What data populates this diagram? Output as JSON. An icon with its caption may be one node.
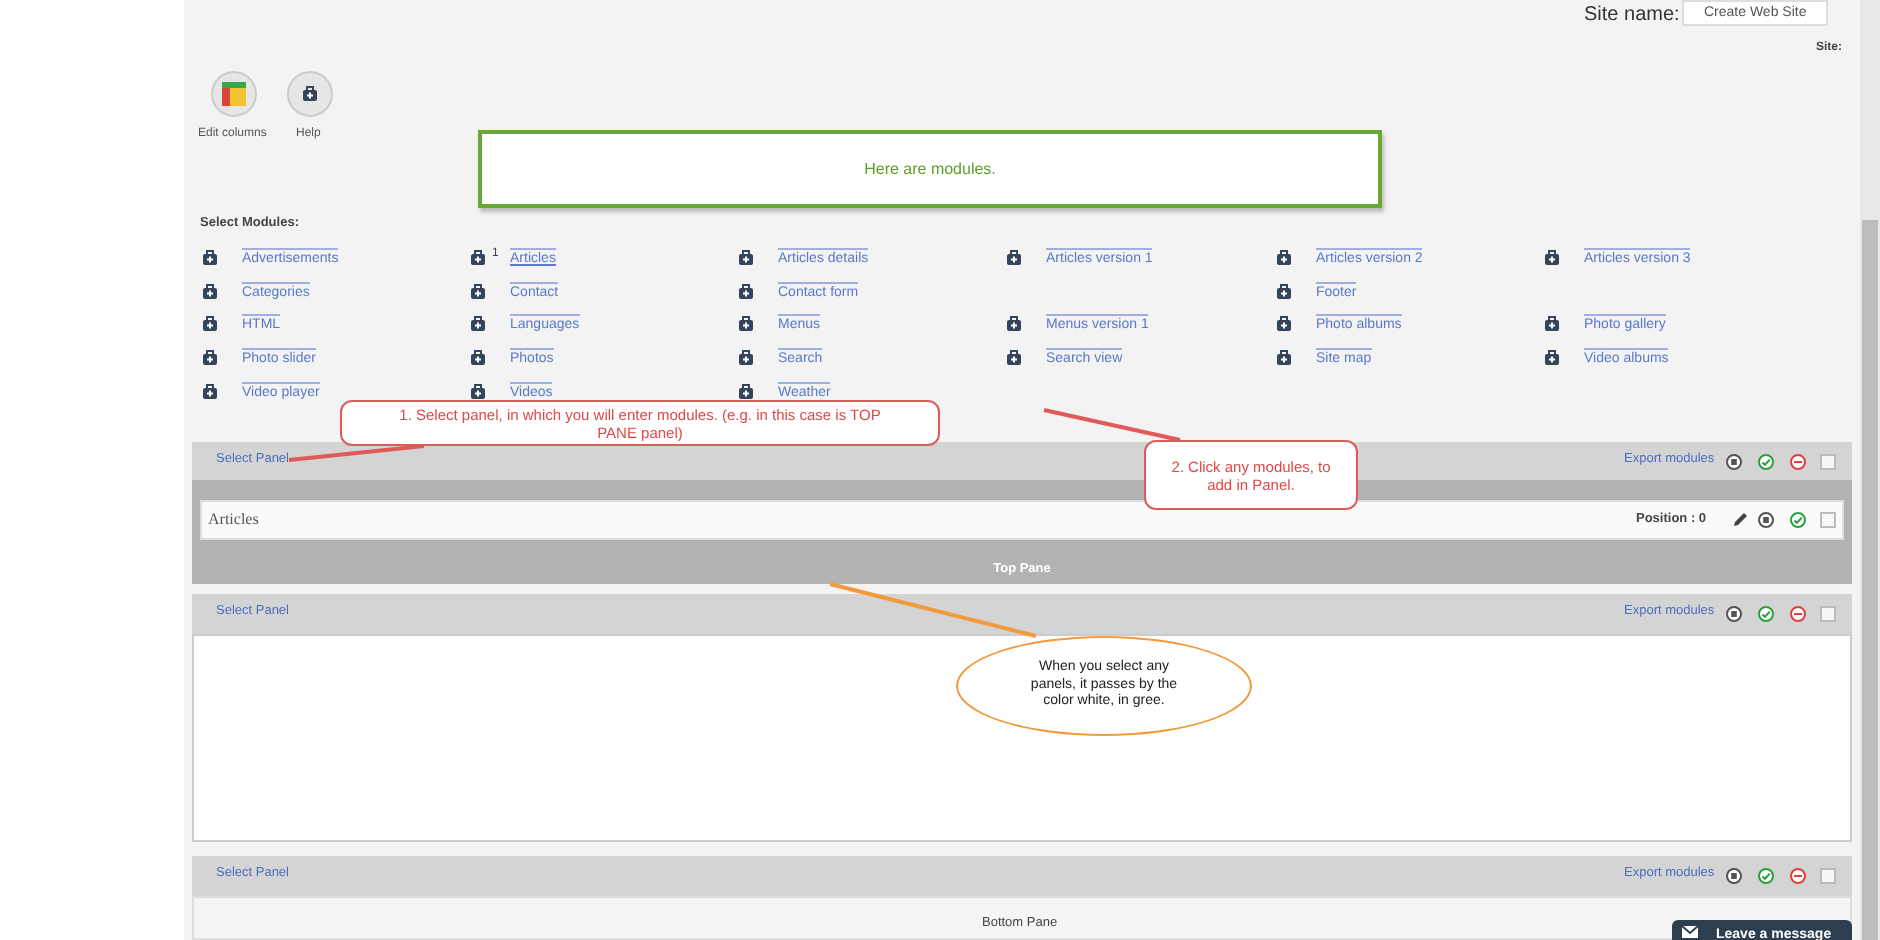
{
  "diagram": {
    "nodes": [
      {
        "text": [
          "Here are modules."
        ]
      },
      {
        "text": [
          "1. Select panel, in which you will enter modules. (e.g. in this case is TOP PANE panel)"
        ]
      },
      {
        "text": [
          "2. Click any modules, to add in Panel."
        ]
      },
      {
        "text": [
          "When you select any panels, it passes by the color white, in gree."
        ]
      },
      {
        "text": [
          "Select Panel"
        ]
      },
      {
        "text": [
          "Top Pane"
        ]
      }
    ],
    "edges": [
      {
        "from": 1,
        "to": 4,
        "arrow": "none"
      },
      {
        "from": 2,
        "to": null,
        "arrow": "none"
      },
      {
        "from": 3,
        "to": 5,
        "arrow": "none",
        "color": "#f29a3c"
      }
    ],
    "labels": [
      "Site name:",
      "Create Web Site",
      "Site:",
      "Edit columns",
      "Help",
      "Select Modules:",
      "Advertisements",
      "1",
      "Articles",
      "Articles details",
      "Articles version 1",
      "Articles version 2",
      "Articles version 3",
      "Categories",
      "Contact",
      "Contact form",
      "Footer",
      "HTML",
      "Languages",
      "Menus",
      "Menus version 1",
      "Photo albums",
      "Photo gallery",
      "Photo slider",
      "Photos",
      "Search",
      "Search view",
      "Site map",
      "Video albums",
      "Video player",
      "Videos",
      "Weather",
      "Export modules",
      "Articles",
      "Position : 0",
      "Select Panel",
      "Export modules",
      "Select Panel",
      "Export modules",
      "Bottom Pane",
      "Leave a message"
    ]
  }
}
